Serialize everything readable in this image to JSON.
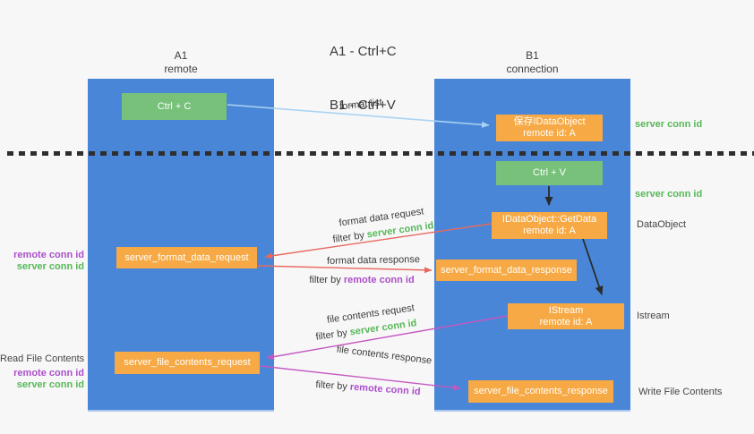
{
  "colors": {
    "lifeline": "#4a86d8",
    "green_box": "#77c17a",
    "orange_box": "#f6a944",
    "green_text": "#57b857",
    "purple_text": "#ab4fc8",
    "arrow_blue": "#a9d3f2",
    "arrow_red": "#e8685e",
    "arrow_magenta": "#c558c0",
    "arrow_black": "#2b2b2b"
  },
  "title": {
    "line1": "A1 - Ctrl+C",
    "line2": "B1 - Ctrl+V"
  },
  "lifelines": {
    "left": {
      "name": "A1",
      "role": "remote"
    },
    "right": {
      "name": "B1",
      "role": "connection"
    }
  },
  "nodes": {
    "ctrl_c": {
      "label": "Ctrl + C"
    },
    "save_idataobject": {
      "line1": "保存IDataObject",
      "line2": "remote id: A"
    },
    "ctrl_v": {
      "label": "Ctrl + V"
    },
    "getdata": {
      "line1": "IDataObject::GetData",
      "line2": "remote id: A"
    },
    "format_request": {
      "label": "server_format_data_request"
    },
    "format_response": {
      "label": "server_format_data_response"
    },
    "istream": {
      "line1": "IStream",
      "line2": "remote id: A"
    },
    "file_request": {
      "label": "server_file_contents_request"
    },
    "file_response": {
      "label": "server_file_contents_response"
    }
  },
  "flow_labels": {
    "format_list": "format list",
    "format_data_request": "format data request",
    "format_data_response": "format data response",
    "file_contents_request": "file contents request",
    "file_contents_response": "file contents response",
    "filter_by": "filter by",
    "server_conn_id": "server conn id",
    "remote_conn_id": "remote conn id"
  },
  "side_labels": {
    "right": {
      "server_conn_id_1": "server conn id",
      "server_conn_id_2": "server conn id",
      "dataobject": "DataObject",
      "istream": "Istream",
      "write_file_contents": "Write File Contents"
    },
    "left": {
      "remote_conn_id_1": "remote conn id",
      "server_conn_id_1": "server conn id",
      "read_file_contents": "Read File Contents",
      "remote_conn_id_2": "remote conn id",
      "server_conn_id_2": "server conn id"
    }
  }
}
